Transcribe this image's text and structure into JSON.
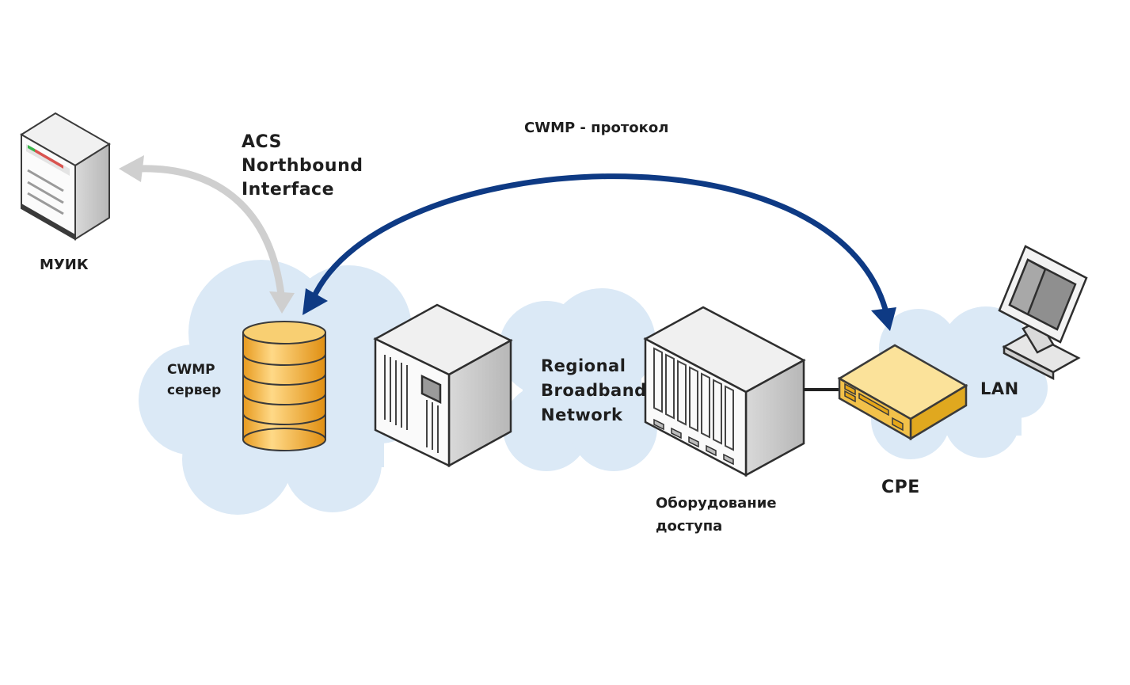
{
  "labels": {
    "muik": "МУИК",
    "acs_nbi": "ACS\nNorthbound\nInterface",
    "cwmp_protocol": "CWMP - протокол",
    "cwmp_server": "CWMP\nсервер",
    "regional_network": "Regional\nBroadband\nNetwork",
    "access_equipment": "Оборудование\nдоступа",
    "cpe": "CPE",
    "lan": "LAN"
  },
  "colors": {
    "cloud": "#dbe9f6",
    "cwmp_arrow": "#0e3a84",
    "nbi_arrow": "#cfcfcf",
    "database": "#f3b94a",
    "cpe_device": "#f2c94c"
  },
  "icons": {
    "muik_server": "tower-server-icon",
    "database": "database-stack-icon",
    "acs_server": "rack-server-icon",
    "access_node": "dslam-chassis-icon",
    "cpe_router": "router-icon",
    "lan_pc": "monitor-icon"
  }
}
